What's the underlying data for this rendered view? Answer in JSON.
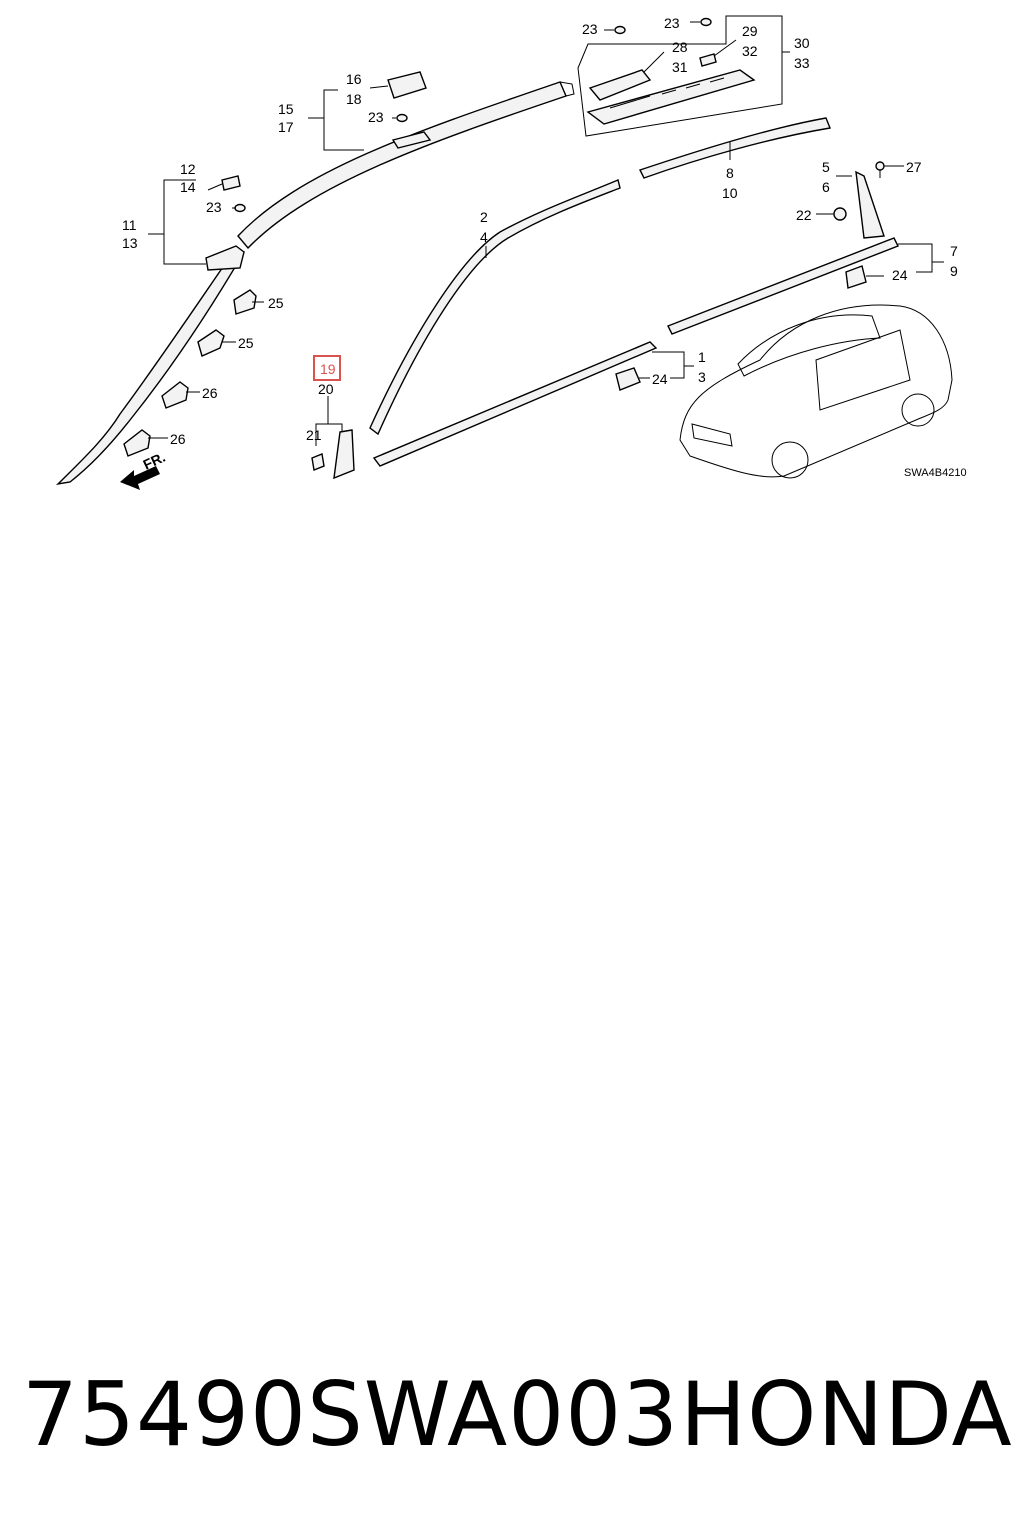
{
  "diagram": {
    "drawing_code": "SWA4B4210",
    "front_marker": "FR.",
    "highlight_color": "#d9534f",
    "highlighted_callout": "19",
    "callouts": [
      "1",
      "2",
      "3",
      "4",
      "5",
      "6",
      "7",
      "8",
      "9",
      "10",
      "11",
      "12",
      "13",
      "14",
      "15",
      "16",
      "17",
      "18",
      "19",
      "20",
      "21",
      "22",
      "23",
      "24",
      "25",
      "26",
      "27",
      "28",
      "29",
      "30",
      "31",
      "32",
      "33"
    ]
  },
  "footer": {
    "part_number": "75490SWA003",
    "brand": "HONDA"
  }
}
